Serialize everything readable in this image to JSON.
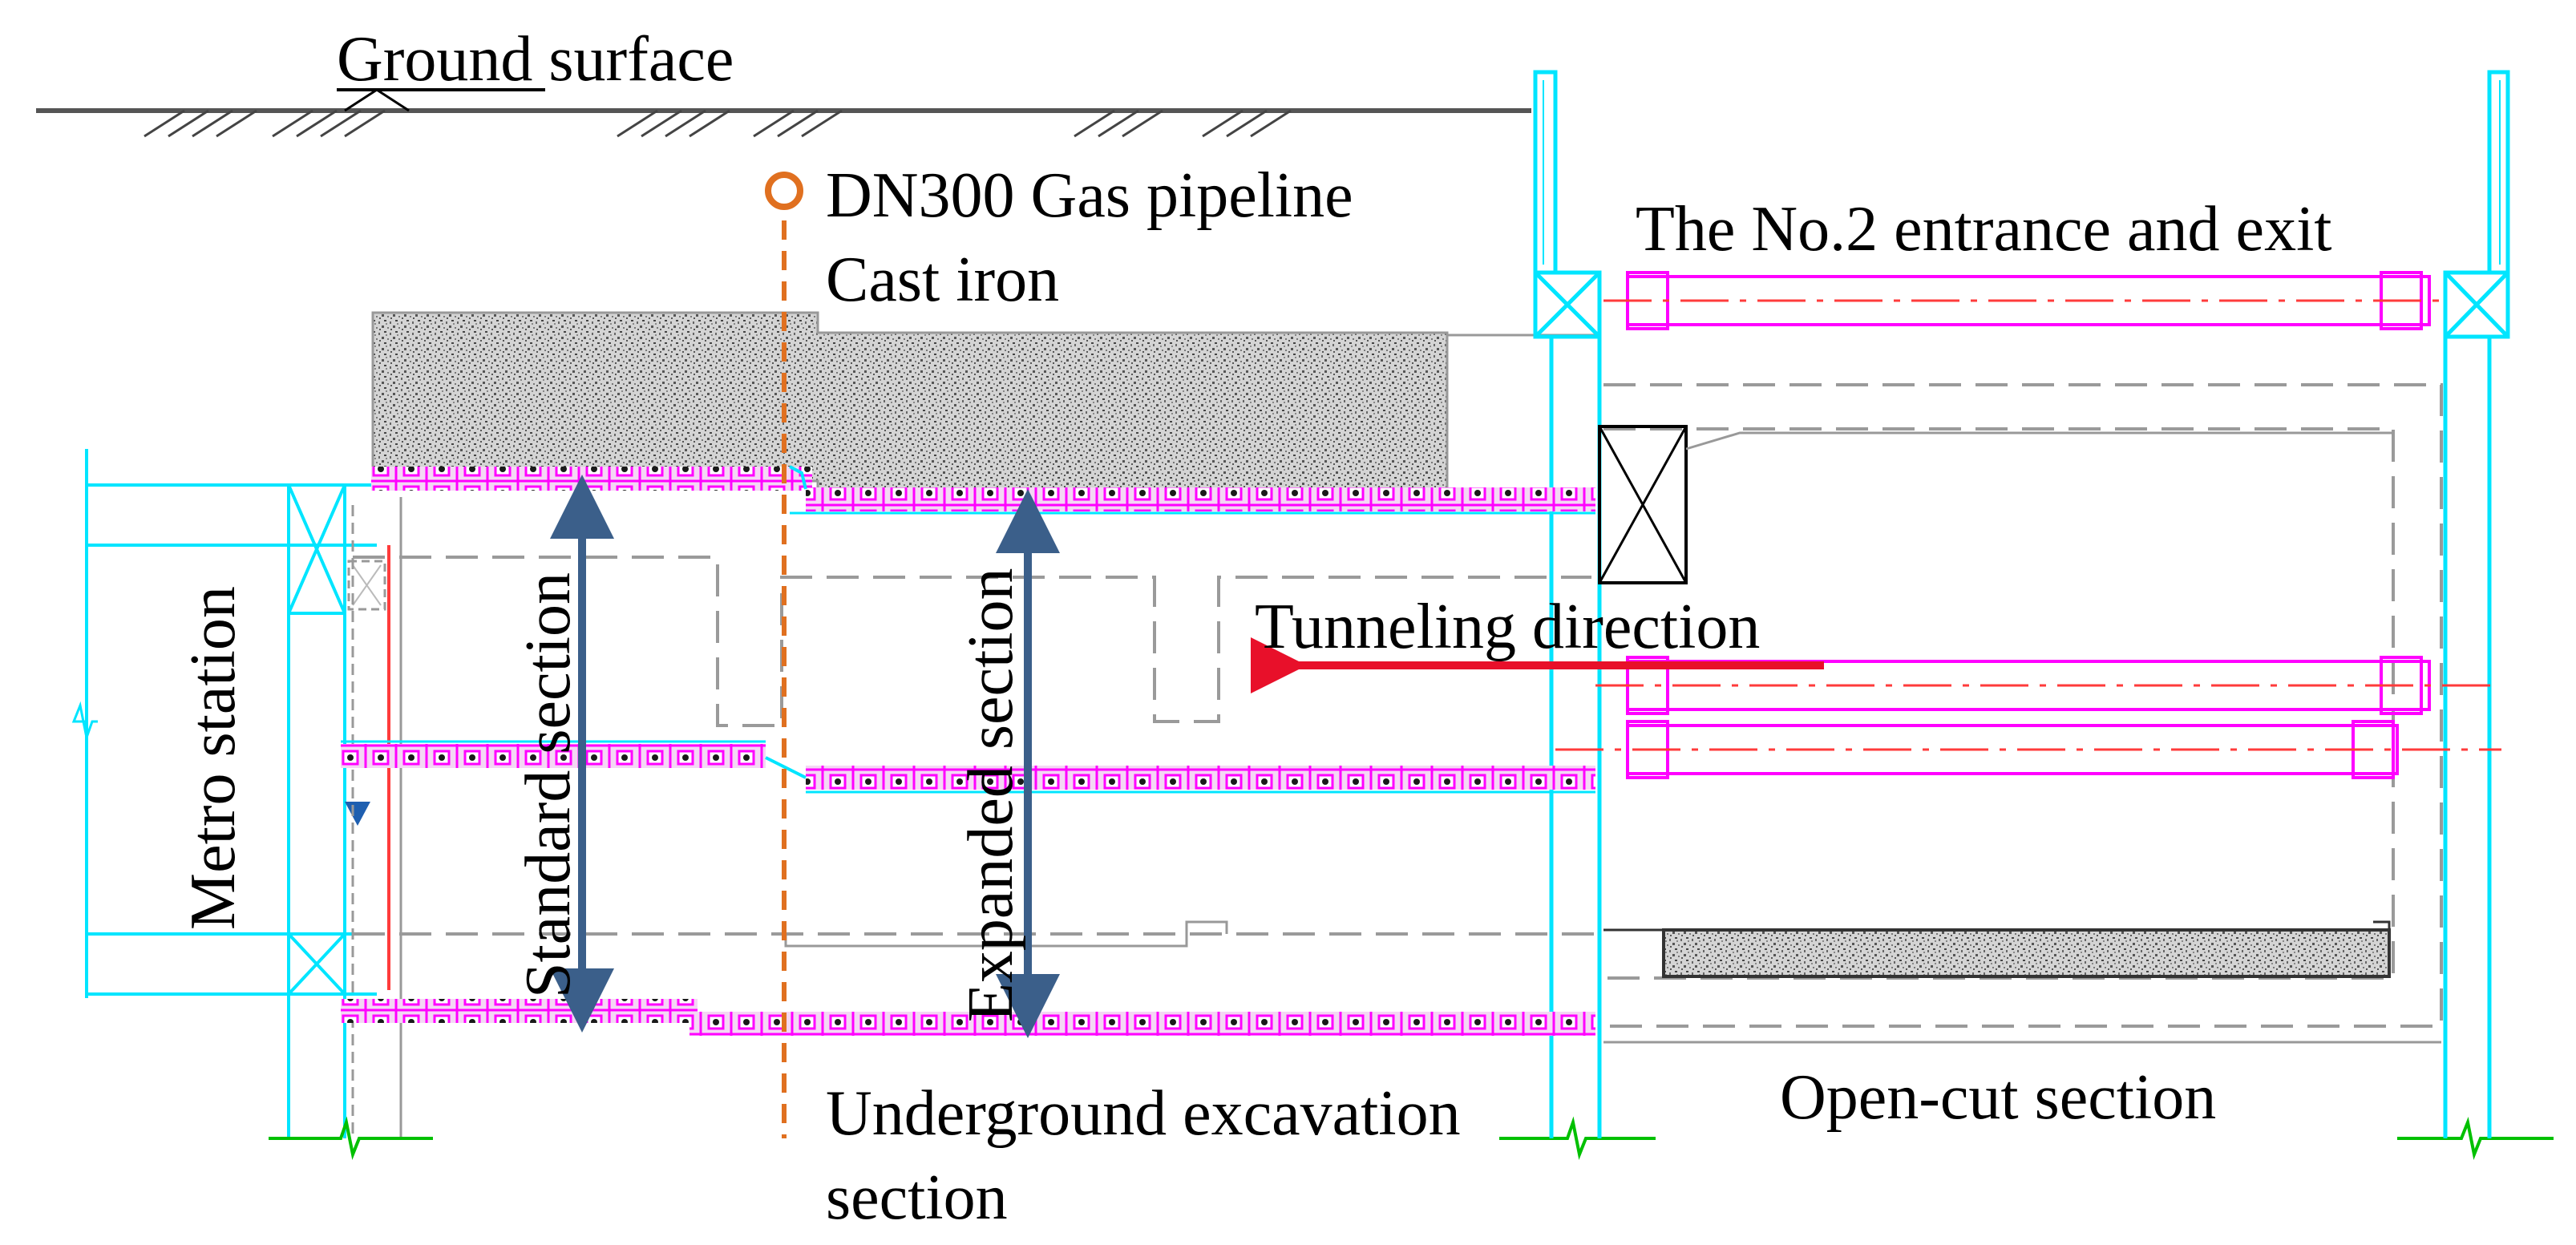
{
  "labels": {
    "ground_surface": "Ground surface",
    "gas_pipeline_line1": "DN300 Gas pipeline",
    "gas_pipeline_line2": "Cast iron",
    "entrance_exit": "The No.2 entrance and exit",
    "tunneling_direction": "Tunneling direction",
    "metro_station": "Metro station",
    "standard_section": "Standard section",
    "expanded_section": "Expanded section",
    "underground_excavation_line1": "Underground excavation",
    "underground_excavation_line2": "section",
    "open_cut_section": "Open-cut section"
  },
  "colors": {
    "structure_cyan": "#00e5ff",
    "support_magenta": "#ff00ff",
    "axis_red": "#ff3b3b",
    "gas_pipeline_orange": "#e07020",
    "dimension_arrow": "#3b5f8a",
    "tunneling_arrow": "#e8102a",
    "ground_line": "#555555",
    "dashed_outline": "#9a9a9a",
    "soil_fill": "#a8a8a8",
    "grid_green": "#00c000"
  }
}
